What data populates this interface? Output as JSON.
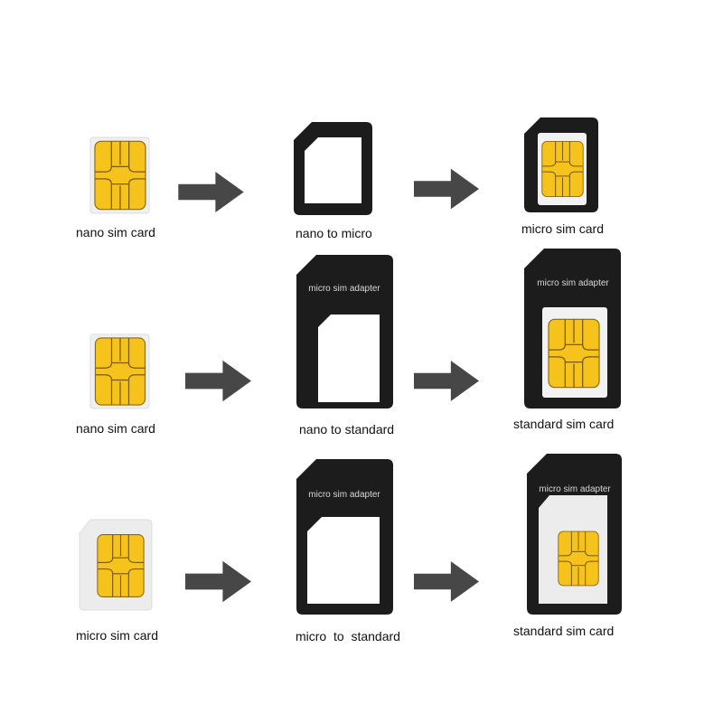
{
  "rows": [
    {
      "source_label": "nano sim card",
      "adapter_label": "nano to micro",
      "result_label": "micro sim card"
    },
    {
      "source_label": "nano sim card",
      "adapter_label": "nano to standard",
      "result_label": "standard sim card",
      "adapter_text": "micro sim adapter",
      "result_text": "micro sim adapter"
    },
    {
      "source_label": "micro sim card",
      "adapter_label": "micro  to  standard",
      "result_label": "standard sim card",
      "adapter_text": "micro sim adapter",
      "result_text": "micro sim adapter"
    }
  ],
  "colors": {
    "chip": "#f6c21c",
    "chip_line": "#7a5a10",
    "adapter": "#1c1c1c",
    "arrow": "#474747",
    "card": "#ececec"
  }
}
